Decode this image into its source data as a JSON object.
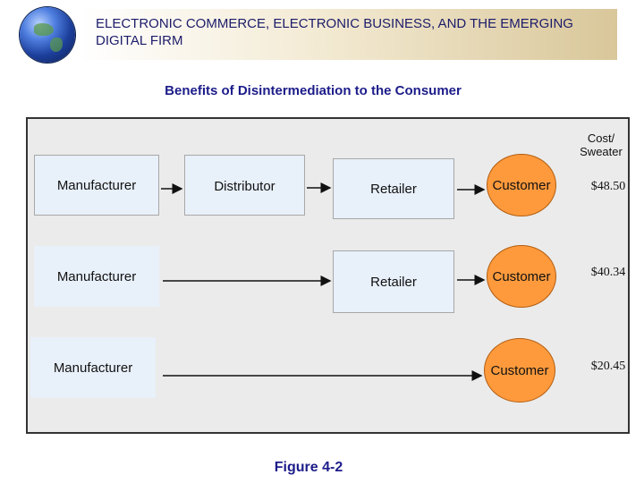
{
  "header": {
    "title": "ELECTRONIC COMMERCE, ELECTRONIC BUSINESS, AND THE EMERGING DIGITAL FIRM"
  },
  "subtitle": "Benefits of Disintermediation to the Consumer",
  "cost_header": {
    "line1": "Cost/",
    "line2": "Sweater"
  },
  "rows": [
    {
      "manufacturer": "Manufacturer",
      "distributor": "Distributor",
      "retailer": "Retailer",
      "customer": "Customer",
      "price": "$48.50"
    },
    {
      "manufacturer": "Manufacturer",
      "retailer": "Retailer",
      "customer": "Customer",
      "price": "$40.34"
    },
    {
      "manufacturer": "Manufacturer",
      "customer": "Customer",
      "price": "$20.45"
    }
  ],
  "figure_label": "Figure 4-2",
  "colors": {
    "customer_fill": "#ff9a3c",
    "box_fill": "#e8f0fa",
    "panel_fill": "#ebebeb",
    "title_blue": "#1c1c8a"
  }
}
